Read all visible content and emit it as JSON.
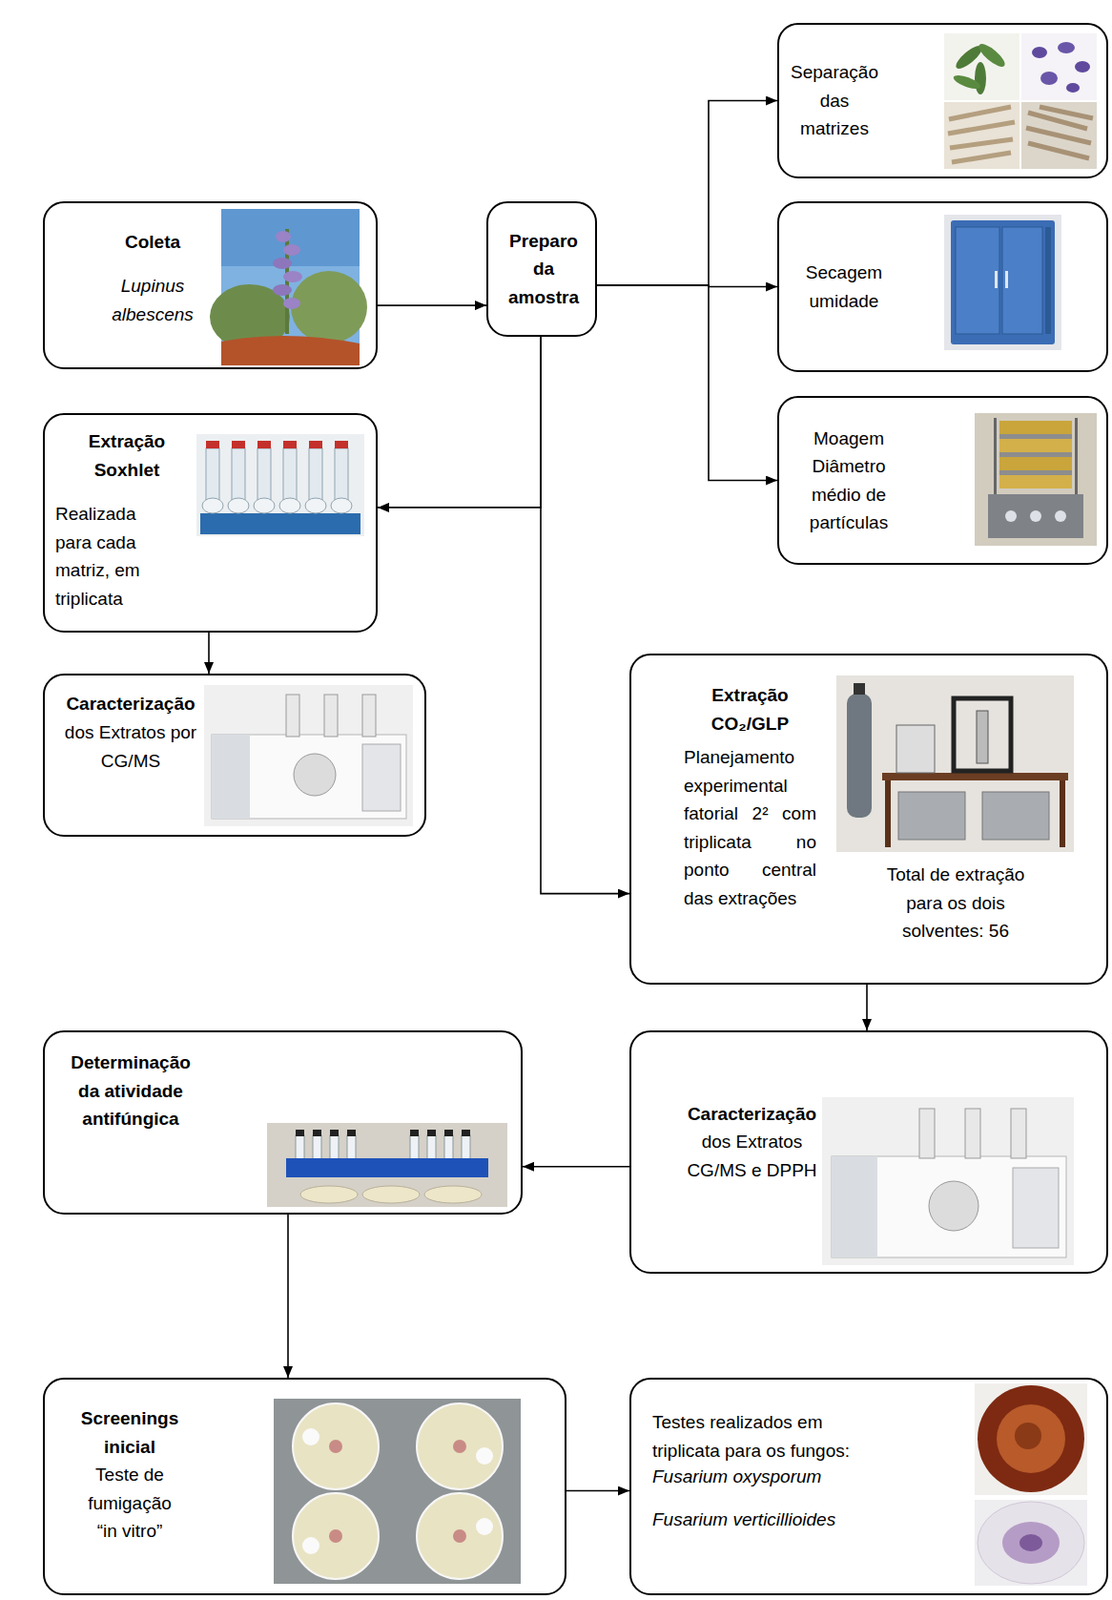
{
  "diagram": {
    "nodes": [
      {
        "text": [
          "Coleta",
          "Lupinus albescens"
        ]
      },
      {
        "text": [
          "Preparo da amostra"
        ]
      },
      {
        "text": [
          "Separação das matrizes"
        ]
      },
      {
        "text": [
          "Secagem umidade"
        ]
      },
      {
        "text": [
          "Moagem Diâmetro médio de partículas"
        ]
      },
      {
        "text": [
          "Extração Soxhlet",
          "Realizada para cada matriz, em triplicata"
        ]
      },
      {
        "text": [
          "Caracterização",
          "dos Extratos por CG/MS"
        ]
      },
      {
        "text": [
          "Extração CO₂/GLP",
          "Planejamento experimental fatorial 2² com triplicata no ponto central das extrações",
          "Total de extração para os dois solventes: 56"
        ]
      },
      {
        "text": [
          "Caracterização",
          "dos Extratos CG/MS e DPPH"
        ]
      },
      {
        "text": [
          "Determinação da atividade antifúngica"
        ]
      },
      {
        "text": [
          "Screenings inicial",
          "Teste de fumigação “in vitro”"
        ]
      },
      {
        "text": [
          "Testes realizados em triplicata para os fungos:",
          "Fusarium oxysporum",
          "Fusarium verticillioides"
        ]
      }
    ],
    "edges": [
      {
        "from": 0,
        "to": 1,
        "arrow": "to"
      },
      {
        "from": 1,
        "to": 2,
        "arrow": "to"
      },
      {
        "from": 1,
        "to": 3,
        "arrow": "to"
      },
      {
        "from": 1,
        "to": 4,
        "arrow": "to"
      },
      {
        "from": 1,
        "to": 5,
        "arrow": "to"
      },
      {
        "from": 1,
        "to": 7,
        "arrow": "to"
      },
      {
        "from": 5,
        "to": 6,
        "arrow": "to"
      },
      {
        "from": 7,
        "to": 8,
        "arrow": "to"
      },
      {
        "from": 8,
        "to": 9,
        "arrow": "to"
      },
      {
        "from": 9,
        "to": 10,
        "arrow": "to"
      },
      {
        "from": 10,
        "to": 11,
        "arrow": "to"
      }
    ]
  }
}
